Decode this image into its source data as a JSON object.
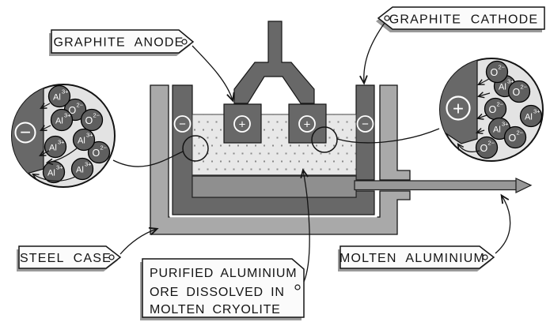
{
  "diagram": {
    "tags": {
      "graphite_anode": "GRAPHITE ANODE",
      "graphite_cathode": "GRAPHITE CATHODE",
      "steel_case": "STEEL CASE",
      "ore_line1": "PURIFIED ALUMINIUM",
      "ore_line2": "ORE DISSOLVED IN",
      "ore_line3": "MOLTEN CRYOLITE",
      "molten_aluminium": "MOLTEN ALUMINIUM"
    },
    "electrodes": {
      "anode_sign": "+",
      "cathode_sign": "−"
    },
    "inset_cathode": {
      "sign": "−",
      "ions": [
        {
          "symbol": "O",
          "charge": "2−"
        },
        {
          "symbol": "Al",
          "charge": "3+"
        },
        {
          "symbol": "O",
          "charge": "2−"
        },
        {
          "symbol": "Al",
          "charge": "3+"
        },
        {
          "symbol": "Al",
          "charge": "3+"
        },
        {
          "symbol": "O",
          "charge": "2−"
        },
        {
          "symbol": "Al",
          "charge": "3+"
        },
        {
          "symbol": "Al",
          "charge": "3+"
        },
        {
          "symbol": "Al",
          "charge": "3+"
        }
      ]
    },
    "inset_anode": {
      "sign": "+",
      "ions": [
        {
          "symbol": "Al",
          "charge": "3+"
        },
        {
          "symbol": "O",
          "charge": "2−"
        },
        {
          "symbol": "O",
          "charge": "2−"
        },
        {
          "symbol": "O",
          "charge": "2−"
        },
        {
          "symbol": "Al",
          "charge": "3+"
        },
        {
          "symbol": "Al",
          "charge": "3+"
        },
        {
          "symbol": "O",
          "charge": "2−"
        },
        {
          "symbol": "O",
          "charge": "2−"
        }
      ]
    },
    "colors": {
      "steel_case": "#a9a9a9",
      "graphite": "#686868",
      "molten_aluminium": "#8f8f8f",
      "electrolyte": "#e8e8e8",
      "ion": "#5f5f5f",
      "tag_background": "#fbfbfb"
    }
  }
}
